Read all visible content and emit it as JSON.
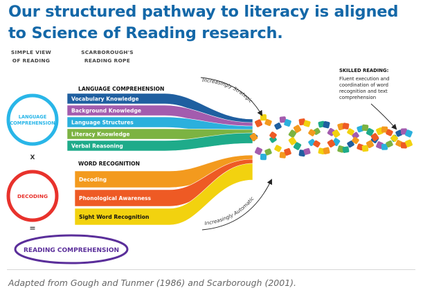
{
  "headline": {
    "line1": "Our structured pathway to literacy is aligned",
    "line2": "to Science of Reading research."
  },
  "left_header": {
    "line1": "SIMPLE VIEW",
    "line2": "OF READING"
  },
  "right_header": {
    "line1": "SCARBOROUGH'S",
    "line2": "READING ROPE"
  },
  "simple_view": {
    "language_comprehension": {
      "line1": "LANGUAGE",
      "line2": "COMPREHENSION",
      "color": "#29b6e8"
    },
    "times_sign": "X",
    "decoding": {
      "label": "DECODING",
      "color": "#e8322c"
    },
    "equals_sign": "=",
    "reading_comprehension": {
      "label": "READING COMPREHENSION",
      "color": "#5a2e9a"
    }
  },
  "language_comprehension": {
    "title": "LANGUAGE COMPREHENSION",
    "strands": [
      {
        "label": "Vocabulary Knowledge",
        "color": "#1f5fa0"
      },
      {
        "label": "Background Knowledge",
        "color": "#a35cae"
      },
      {
        "label": "Language Structures",
        "color": "#2bb0dd"
      },
      {
        "label": "Literacy Knowledge",
        "color": "#7cb342"
      },
      {
        "label": "Verbal Reasoning",
        "color": "#1eab8a"
      }
    ]
  },
  "word_recognition": {
    "title": "WORD RECOGNITION",
    "strands": [
      {
        "label": "Decoding",
        "color": "#f39a1e"
      },
      {
        "label": "Phonological Awareness",
        "color": "#ee5a24"
      },
      {
        "label": "Sight Word Recognition",
        "color": "#f2d20f"
      }
    ]
  },
  "annotations": {
    "increasingly_strategic": "Increasingly Strategic",
    "increasingly_automatic": "Increasingly Automatic"
  },
  "skilled_reading": {
    "title": "SKILLED READING:",
    "lines": [
      "Fluent execution and",
      "coordination of word",
      "recognition and text",
      "comprehension"
    ]
  },
  "caption": "Adapted from Gough and Tunmer (1986) and Scarborough (2001)."
}
